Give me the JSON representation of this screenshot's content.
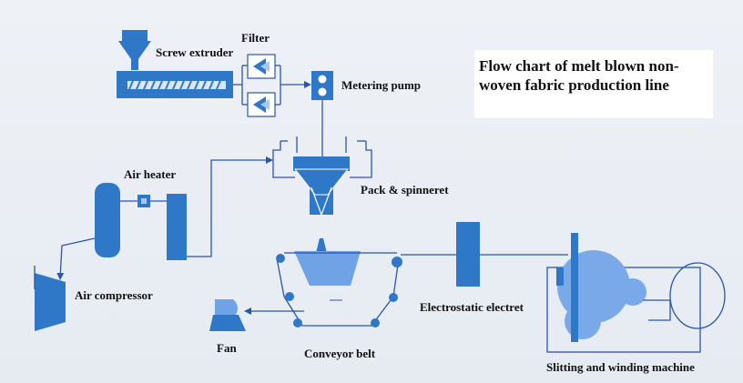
{
  "title": "Flow chart of melt blown non-woven fabric production line",
  "labels": {
    "screw_extruder": "Screw extruder",
    "filter": "Filter",
    "metering_pump": "Metering pump",
    "air_heater": "Air heater",
    "pack_spinneret": "Pack & spinneret",
    "air_compressor": "Air compressor",
    "electrostatic_electret": "Electrostatic electret",
    "fan": "Fan",
    "conveyor_belt": "Conveyor belt",
    "slitting_winding": "Slitting and winding machine"
  },
  "colors": {
    "equipment": "#2f78c8",
    "equipment_light": "#6fa3e6",
    "line": "#2a56a8",
    "background": "#e9edf3"
  }
}
